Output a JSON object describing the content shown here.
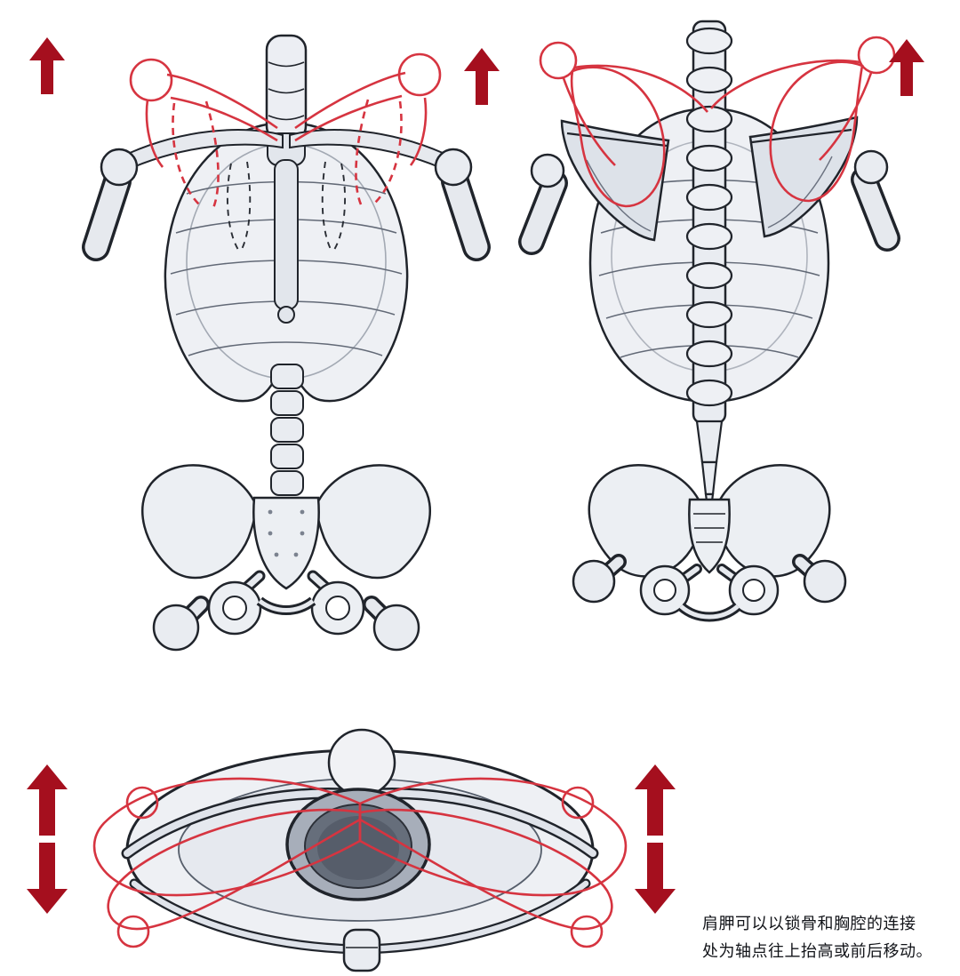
{
  "colors": {
    "arrow_red": "#a50f1e",
    "overlay_red": "#d63440",
    "ink": "#20242b",
    "bone_fill": "#eef0f4",
    "background": "#ffffff"
  },
  "caption": {
    "line1": "肩胛可以以锁骨和胸腔的连接",
    "line2": "处为轴点往上抬高或前后移动。"
  },
  "arrows": [
    {
      "id": "front-left-up",
      "direction": "up"
    },
    {
      "id": "front-right-up",
      "direction": "up"
    },
    {
      "id": "back-right-up",
      "direction": "up"
    },
    {
      "id": "top-left-up",
      "direction": "up"
    },
    {
      "id": "top-left-down",
      "direction": "down"
    },
    {
      "id": "top-right-up",
      "direction": "up"
    },
    {
      "id": "top-right-down",
      "direction": "down"
    }
  ]
}
